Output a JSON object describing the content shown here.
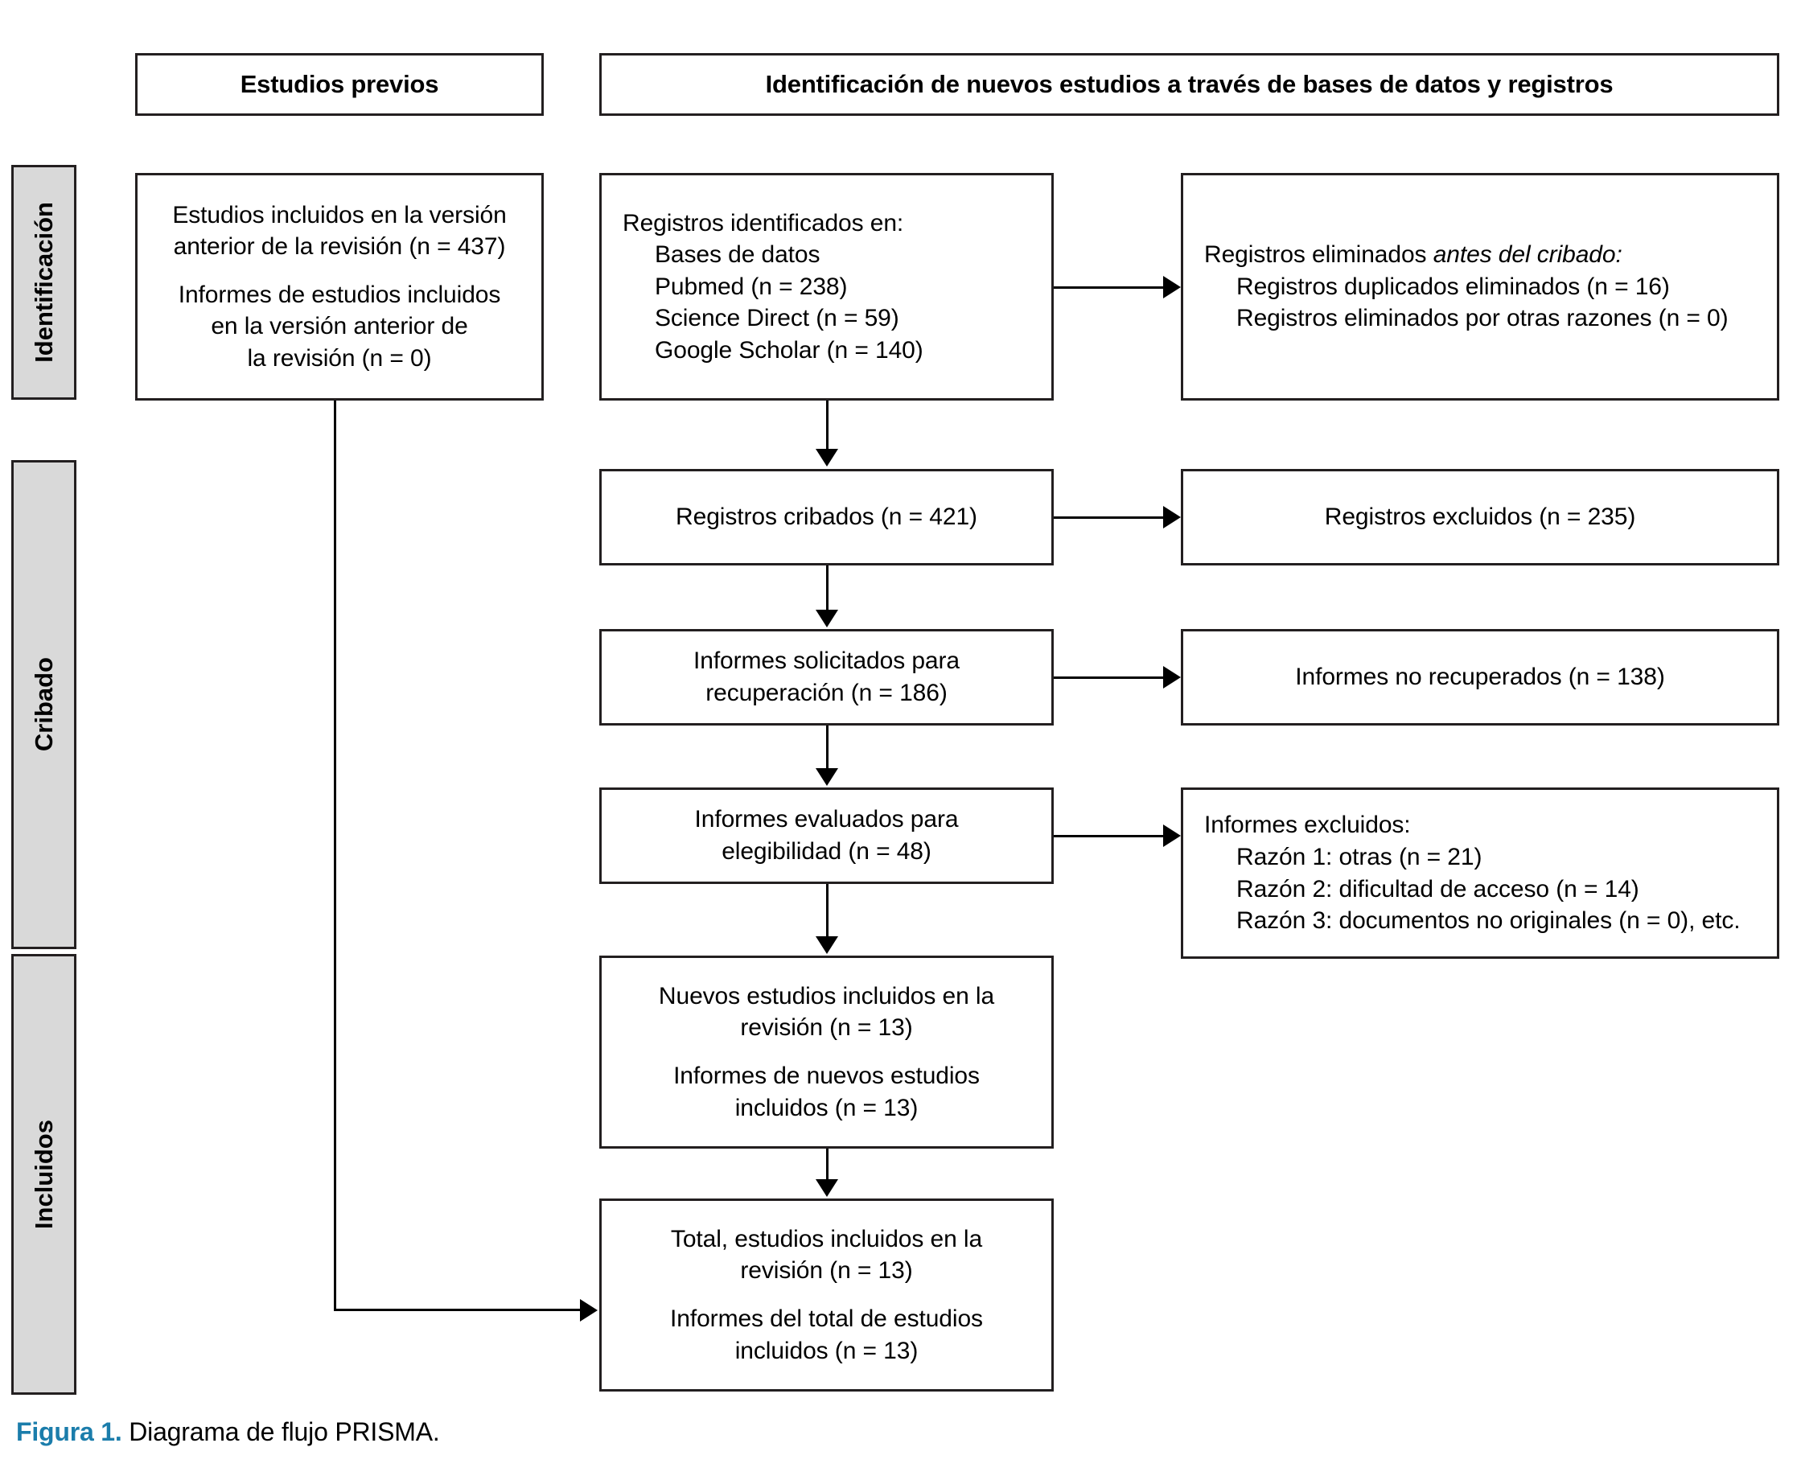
{
  "figure": {
    "caption_label": "Figura 1.",
    "caption_text": "Diagrama de flujo PRISMA.",
    "caption_label_color": "#1b7dab"
  },
  "banners": {
    "previous_studies": "Estudios previos",
    "new_studies": "Identificación de nuevos estudios a través de bases de datos y registros"
  },
  "stages": {
    "identification": "Identificación",
    "screening": "Cribado",
    "included": "Incluidos"
  },
  "boxes": {
    "previous_included": {
      "line1": "Estudios incluidos en la versión",
      "line2": "anterior de la revisión (n = 437)",
      "line3": "Informes de estudios incluidos",
      "line4": "en la versión anterior de",
      "line5": "la revisión (n = 0)"
    },
    "records_identified": {
      "title": "Registros identificados en:",
      "item1": "Bases de datos",
      "item2": "Pubmed (n = 238)",
      "item3": "Science Direct (n = 59)",
      "item4": "Google Scholar (n = 140)"
    },
    "records_removed": {
      "title_plain": "Registros eliminados ",
      "title_italic": "antes del cribado:",
      "item1": "Registros duplicados eliminados (n = 16)",
      "item2": "Registros eliminados por otras razones (n = 0)"
    },
    "records_screened": {
      "line1": "Registros cribados (n = 421)"
    },
    "records_excluded": {
      "line1": "Registros excluidos (n = 235)"
    },
    "reports_sought": {
      "line1": "Informes solicitados para",
      "line2": "recuperación (n = 186)"
    },
    "reports_not_retrieved": {
      "line1": "Informes no recuperados (n = 138)"
    },
    "reports_assessed": {
      "line1": "Informes evaluados para",
      "line2": "elegibilidad (n = 48)"
    },
    "reports_excluded": {
      "title": "Informes excluidos:",
      "item1": "Razón 1: otras (n = 21)",
      "item2": "Razón 2: dificultad de acceso (n = 14)",
      "item3": "Razón 3: documentos no originales (n = 0), etc."
    },
    "new_studies_included": {
      "line1": "Nuevos estudios incluidos en la",
      "line2": "revisión (n = 13)",
      "line3": "Informes de nuevos estudios",
      "line4": "incluidos (n = 13)"
    },
    "total_included": {
      "line1": "Total, estudios incluidos en la",
      "line2": "revisión (n = 13)",
      "line3": "Informes del total de estudios",
      "line4": "incluidos (n = 13)"
    }
  },
  "colors": {
    "stage_fill": "#d9d9d9",
    "line": "#231f20",
    "accent": "#1b7dab"
  }
}
